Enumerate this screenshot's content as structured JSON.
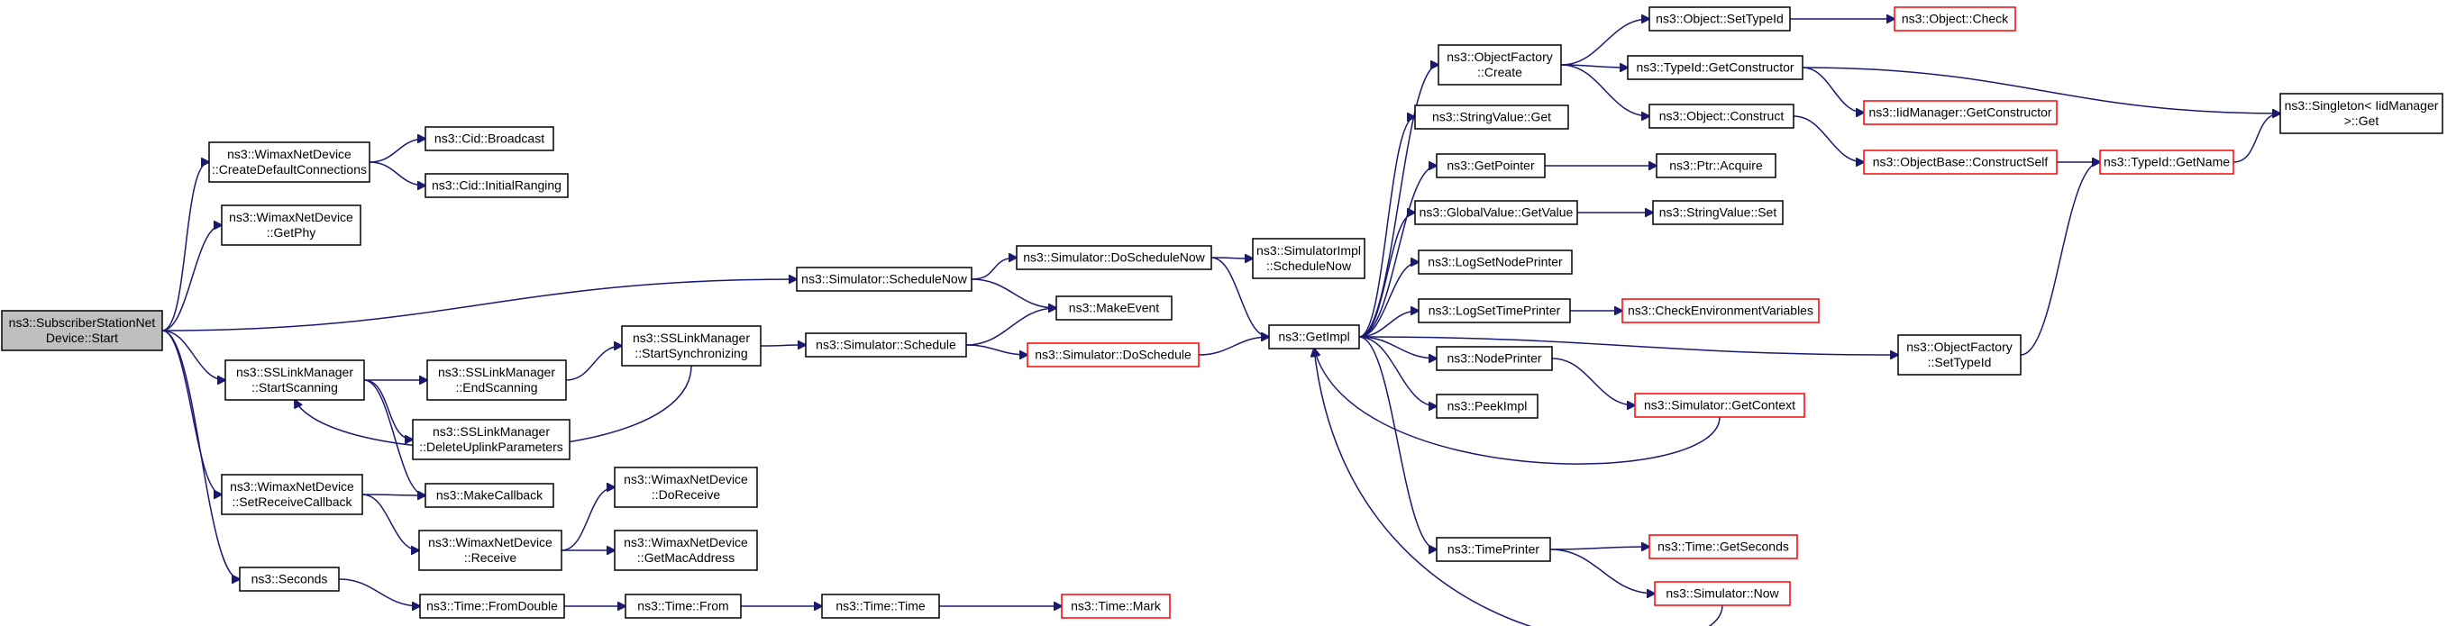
{
  "nodes": [
    {
      "id": "root",
      "lines": [
        "ns3::SubscriberStationNet",
        "Device::Start"
      ],
      "style": "root"
    },
    {
      "id": "createDefConn",
      "lines": [
        "ns3::WimaxNetDevice",
        "::CreateDefaultConnections"
      ],
      "style": "black"
    },
    {
      "id": "cidBroadcast",
      "lines": [
        "ns3::Cid::Broadcast"
      ],
      "style": "black"
    },
    {
      "id": "cidInitRanging",
      "lines": [
        "ns3::Cid::InitialRanging"
      ],
      "style": "black"
    },
    {
      "id": "getPhy",
      "lines": [
        "ns3::WimaxNetDevice",
        "::GetPhy"
      ],
      "style": "black"
    },
    {
      "id": "schedNow",
      "lines": [
        "ns3::Simulator::ScheduleNow"
      ],
      "style": "black"
    },
    {
      "id": "doSchedNow",
      "lines": [
        "ns3::Simulator::DoScheduleNow"
      ],
      "style": "black"
    },
    {
      "id": "simImplSchedNow",
      "lines": [
        "ns3::SimulatorImpl",
        "::ScheduleNow"
      ],
      "style": "black"
    },
    {
      "id": "makeEvent",
      "lines": [
        "ns3::MakeEvent"
      ],
      "style": "black"
    },
    {
      "id": "startScanning",
      "lines": [
        "ns3::SSLinkManager",
        "::StartScanning"
      ],
      "style": "black"
    },
    {
      "id": "endScanning",
      "lines": [
        "ns3::SSLinkManager",
        "::EndScanning"
      ],
      "style": "black"
    },
    {
      "id": "startSync",
      "lines": [
        "ns3::SSLinkManager",
        "::StartSynchronizing"
      ],
      "style": "black"
    },
    {
      "id": "simSchedule",
      "lines": [
        "ns3::Simulator::Schedule"
      ],
      "style": "black"
    },
    {
      "id": "doSchedule",
      "lines": [
        "ns3::Simulator::DoSchedule"
      ],
      "style": "red"
    },
    {
      "id": "getImpl",
      "lines": [
        "ns3::GetImpl"
      ],
      "style": "black"
    },
    {
      "id": "deleteUplink",
      "lines": [
        "ns3::SSLinkManager",
        "::DeleteUplinkParameters"
      ],
      "style": "black"
    },
    {
      "id": "makeCallback",
      "lines": [
        "ns3::MakeCallback"
      ],
      "style": "black"
    },
    {
      "id": "setRecvCb",
      "lines": [
        "ns3::WimaxNetDevice",
        "::SetReceiveCallback"
      ],
      "style": "black"
    },
    {
      "id": "receive",
      "lines": [
        "ns3::WimaxNetDevice",
        "::Receive"
      ],
      "style": "black"
    },
    {
      "id": "doReceive",
      "lines": [
        "ns3::WimaxNetDevice",
        "::DoReceive"
      ],
      "style": "black"
    },
    {
      "id": "getMac",
      "lines": [
        "ns3::WimaxNetDevice",
        "::GetMacAddress"
      ],
      "style": "black"
    },
    {
      "id": "seconds",
      "lines": [
        "ns3::Seconds"
      ],
      "style": "black"
    },
    {
      "id": "fromDouble",
      "lines": [
        "ns3::Time::FromDouble"
      ],
      "style": "black"
    },
    {
      "id": "timeFrom",
      "lines": [
        "ns3::Time::From"
      ],
      "style": "black"
    },
    {
      "id": "timeTime",
      "lines": [
        "ns3::Time::Time"
      ],
      "style": "black"
    },
    {
      "id": "timeMark",
      "lines": [
        "ns3::Time::Mark"
      ],
      "style": "red"
    },
    {
      "id": "objFactCreate",
      "lines": [
        "ns3::ObjectFactory",
        "::Create"
      ],
      "style": "black"
    },
    {
      "id": "strValGet",
      "lines": [
        "ns3::StringValue::Get"
      ],
      "style": "black"
    },
    {
      "id": "getPointer",
      "lines": [
        "ns3::GetPointer"
      ],
      "style": "black"
    },
    {
      "id": "globalValGet",
      "lines": [
        "ns3::GlobalValue::GetValue"
      ],
      "style": "black"
    },
    {
      "id": "logSetNode",
      "lines": [
        "ns3::LogSetNodePrinter"
      ],
      "style": "black"
    },
    {
      "id": "logSetTime",
      "lines": [
        "ns3::LogSetTimePrinter"
      ],
      "style": "black"
    },
    {
      "id": "nodePrinter",
      "lines": [
        "ns3::NodePrinter"
      ],
      "style": "black"
    },
    {
      "id": "peekImpl",
      "lines": [
        "ns3::PeekImpl"
      ],
      "style": "black"
    },
    {
      "id": "timePrinter",
      "lines": [
        "ns3::TimePrinter"
      ],
      "style": "black"
    },
    {
      "id": "objSetTypeId",
      "lines": [
        "ns3::Object::SetTypeId"
      ],
      "style": "black"
    },
    {
      "id": "objCheck",
      "lines": [
        "ns3::Object::Check"
      ],
      "style": "red"
    },
    {
      "id": "typeIdGetCtor",
      "lines": [
        "ns3::TypeId::GetConstructor"
      ],
      "style": "black"
    },
    {
      "id": "iidMgrGetCtor",
      "lines": [
        "ns3::IidManager::GetConstructor"
      ],
      "style": "red"
    },
    {
      "id": "objConstruct",
      "lines": [
        "ns3::Object::Construct"
      ],
      "style": "black"
    },
    {
      "id": "objBaseConstructSelf",
      "lines": [
        "ns3::ObjectBase::ConstructSelf"
      ],
      "style": "red"
    },
    {
      "id": "typeIdGetName",
      "lines": [
        "ns3::TypeId::GetName"
      ],
      "style": "red"
    },
    {
      "id": "singletonGet",
      "lines": [
        "ns3::Singleton< IidManager",
        " >::Get"
      ],
      "style": "black"
    },
    {
      "id": "ptrAcquire",
      "lines": [
        "ns3::Ptr::Acquire"
      ],
      "style": "black"
    },
    {
      "id": "strValSet",
      "lines": [
        "ns3::StringValue::Set"
      ],
      "style": "black"
    },
    {
      "id": "checkEnvVars",
      "lines": [
        "ns3::CheckEnvironmentVariables"
      ],
      "style": "red"
    },
    {
      "id": "simGetContext",
      "lines": [
        "ns3::Simulator::GetContext"
      ],
      "style": "red"
    },
    {
      "id": "timeGetSeconds",
      "lines": [
        "ns3::Time::GetSeconds"
      ],
      "style": "red"
    },
    {
      "id": "simNow",
      "lines": [
        "ns3::Simulator::Now"
      ],
      "style": "red"
    },
    {
      "id": "objFactSetTypeId",
      "lines": [
        "ns3::ObjectFactory",
        "::SetTypeId"
      ],
      "style": "black"
    }
  ],
  "edges": [
    [
      "root",
      "createDefConn"
    ],
    [
      "root",
      "getPhy"
    ],
    [
      "root",
      "schedNow"
    ],
    [
      "root",
      "startScanning"
    ],
    [
      "root",
      "setRecvCb"
    ],
    [
      "root",
      "seconds"
    ],
    [
      "createDefConn",
      "cidBroadcast"
    ],
    [
      "createDefConn",
      "cidInitRanging"
    ],
    [
      "schedNow",
      "doSchedNow"
    ],
    [
      "schedNow",
      "makeEvent"
    ],
    [
      "doSchedNow",
      "simImplSchedNow"
    ],
    [
      "doSchedNow",
      "getImpl"
    ],
    [
      "startScanning",
      "endScanning"
    ],
    [
      "startScanning",
      "deleteUplink"
    ],
    [
      "startScanning",
      "makeCallback"
    ],
    [
      "endScanning",
      "startSync"
    ],
    [
      "startSync",
      "startScanning"
    ],
    [
      "startSync",
      "simSchedule"
    ],
    [
      "simSchedule",
      "makeEvent"
    ],
    [
      "simSchedule",
      "doSchedule"
    ],
    [
      "doSchedule",
      "getImpl"
    ],
    [
      "setRecvCb",
      "makeCallback"
    ],
    [
      "setRecvCb",
      "receive"
    ],
    [
      "receive",
      "doReceive"
    ],
    [
      "receive",
      "getMac"
    ],
    [
      "seconds",
      "fromDouble"
    ],
    [
      "fromDouble",
      "timeFrom"
    ],
    [
      "timeFrom",
      "timeTime"
    ],
    [
      "timeTime",
      "timeMark"
    ],
    [
      "getImpl",
      "objFactCreate"
    ],
    [
      "getImpl",
      "strValGet"
    ],
    [
      "getImpl",
      "getPointer"
    ],
    [
      "getImpl",
      "globalValGet"
    ],
    [
      "getImpl",
      "logSetNode"
    ],
    [
      "getImpl",
      "logSetTime"
    ],
    [
      "getImpl",
      "nodePrinter"
    ],
    [
      "getImpl",
      "peekImpl"
    ],
    [
      "getImpl",
      "timePrinter"
    ],
    [
      "getImpl",
      "objFactSetTypeId"
    ],
    [
      "objFactCreate",
      "objSetTypeId"
    ],
    [
      "objFactCreate",
      "typeIdGetCtor"
    ],
    [
      "objFactCreate",
      "objConstruct"
    ],
    [
      "objSetTypeId",
      "objCheck"
    ],
    [
      "typeIdGetCtor",
      "iidMgrGetCtor"
    ],
    [
      "typeIdGetCtor",
      "singletonGet"
    ],
    [
      "objConstruct",
      "objBaseConstructSelf"
    ],
    [
      "objBaseConstructSelf",
      "typeIdGetName"
    ],
    [
      "typeIdGetName",
      "singletonGet"
    ],
    [
      "getPointer",
      "ptrAcquire"
    ],
    [
      "globalValGet",
      "strValSet"
    ],
    [
      "logSetTime",
      "checkEnvVars"
    ],
    [
      "nodePrinter",
      "simGetContext"
    ],
    [
      "simGetContext",
      "getImpl"
    ],
    [
      "timePrinter",
      "timeGetSeconds"
    ],
    [
      "timePrinter",
      "simNow"
    ],
    [
      "simNow",
      "getImpl"
    ],
    [
      "objFactSetTypeId",
      "typeIdGetName"
    ]
  ]
}
